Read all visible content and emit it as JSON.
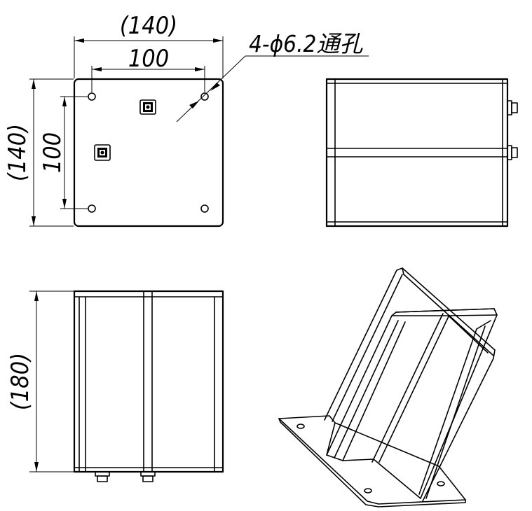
{
  "dimensions": {
    "top_width_overall": "(140)",
    "top_width_holes": "100",
    "top_height_overall": "(140)",
    "top_height_holes": "100",
    "front_height_overall": "(180)"
  },
  "hole_callout": "4-ϕ6.2通孔"
}
